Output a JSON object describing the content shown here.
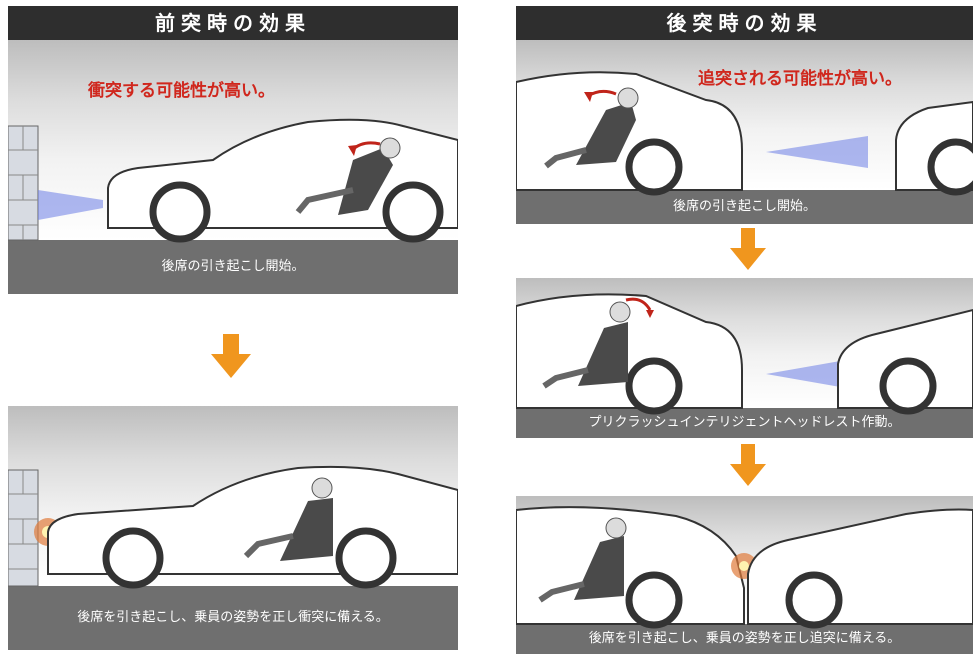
{
  "left": {
    "header": "前突時の効果",
    "panel1": {
      "alert": "衝突する可能性が高い。",
      "caption": "後席の引き起こし開始。"
    },
    "panel2": {
      "caption": "後席を引き起こし、乗員の姿勢を正し衝突に備える。"
    }
  },
  "right": {
    "header": "後突時の効果",
    "panel1": {
      "alert": "追突される可能性が高い。",
      "caption": "後席の引き起こし開始。"
    },
    "panel2": {
      "caption": "プリクラッシュインテリジェントヘッドレスト作動。"
    },
    "panel3": {
      "caption": "後席を引き起こし、乗員の姿勢を正し追突に備える。"
    }
  },
  "colors": {
    "header_bg": "#2e2e2e",
    "floor": "#6f6f6f",
    "alert_text": "#d0271d",
    "arrow": "#f0961e",
    "sensor_beam": "#5a6fe0",
    "impact": "#e07a3a"
  }
}
